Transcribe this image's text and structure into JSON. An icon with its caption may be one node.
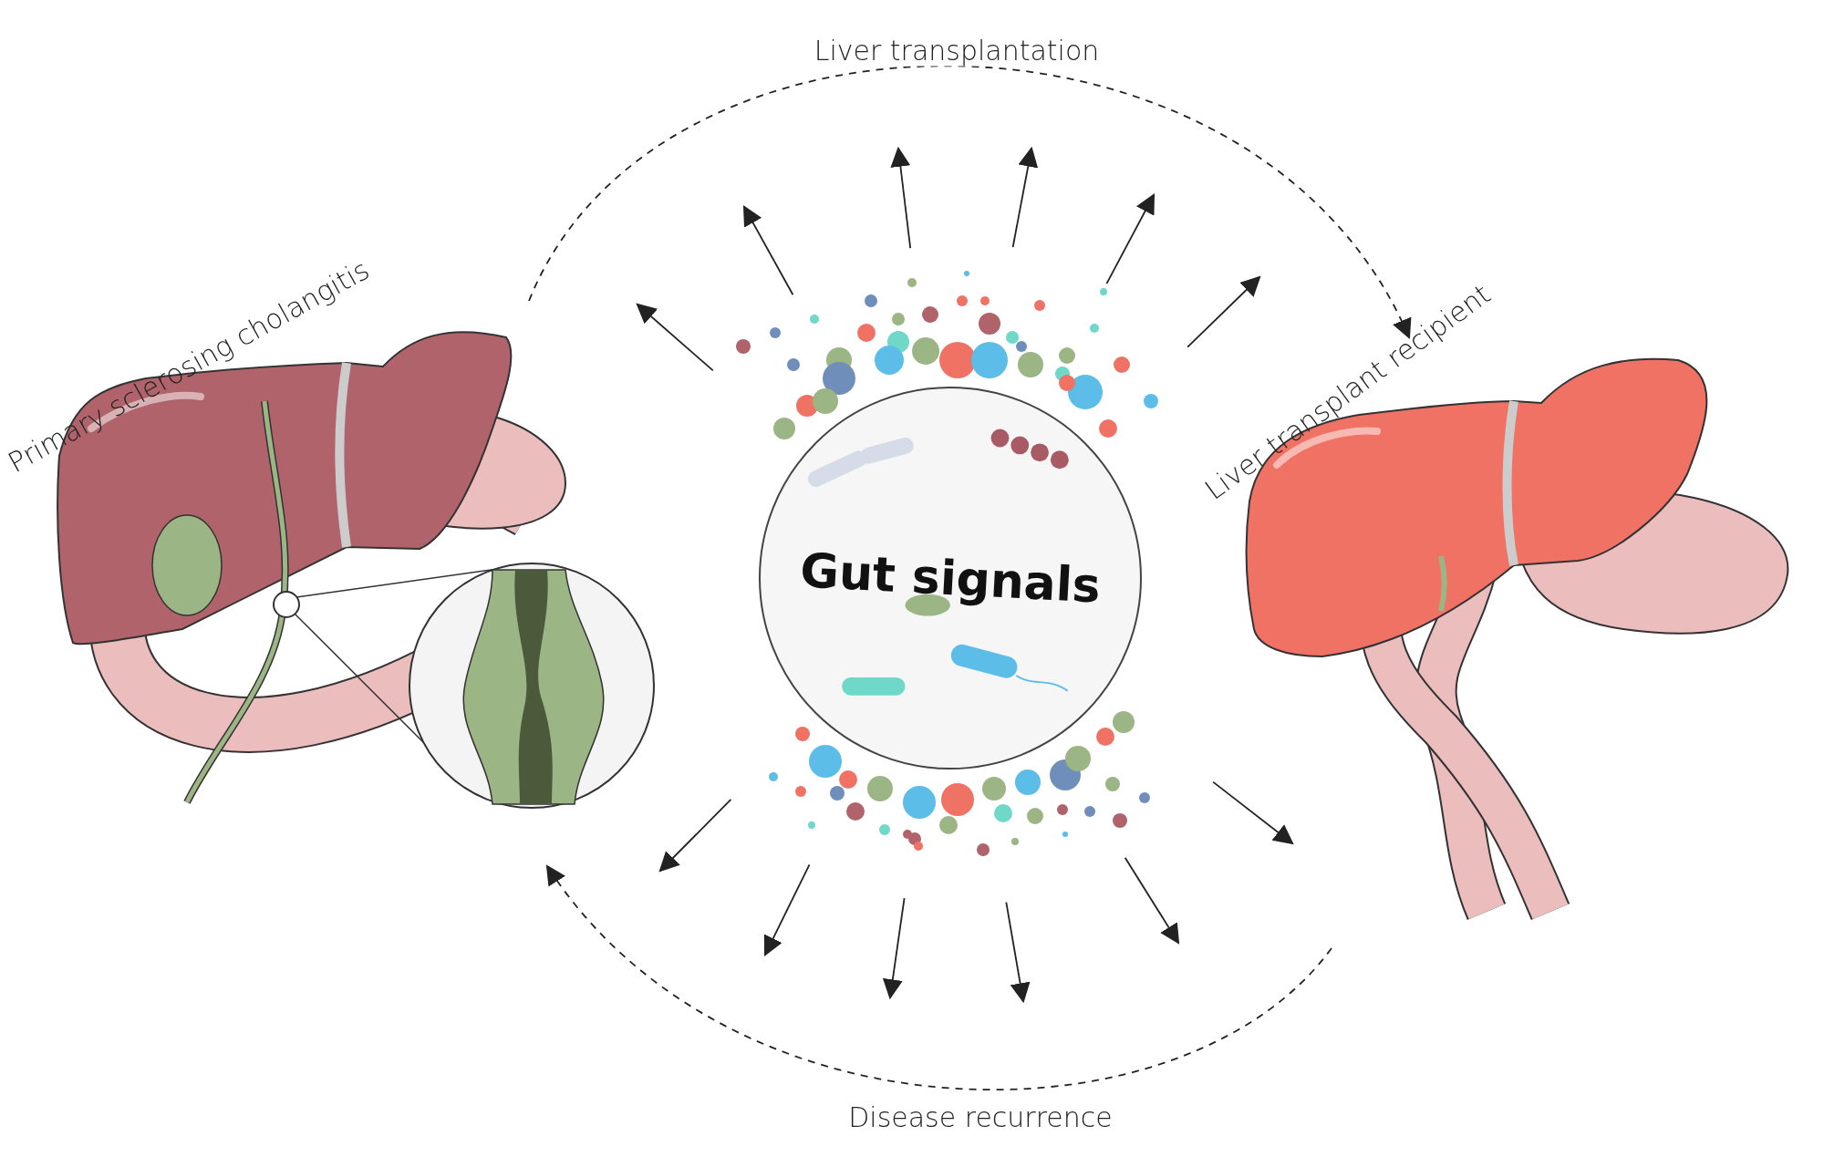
{
  "diagram": {
    "nodes": [
      {
        "text": [
          "Primary sclerosing cholangitis"
        ]
      },
      {
        "text": [
          "Gut signals"
        ]
      },
      {
        "text": [
          "Liver transplant recipient"
        ]
      }
    ],
    "edges": [
      {
        "from": 0,
        "to": 2,
        "arrow": "to",
        "label": "Liver transplantation",
        "style": "dashed"
      },
      {
        "from": 2,
        "to": 0,
        "arrow": "to",
        "label": "Disease recurrence",
        "style": "dashed"
      }
    ]
  }
}
